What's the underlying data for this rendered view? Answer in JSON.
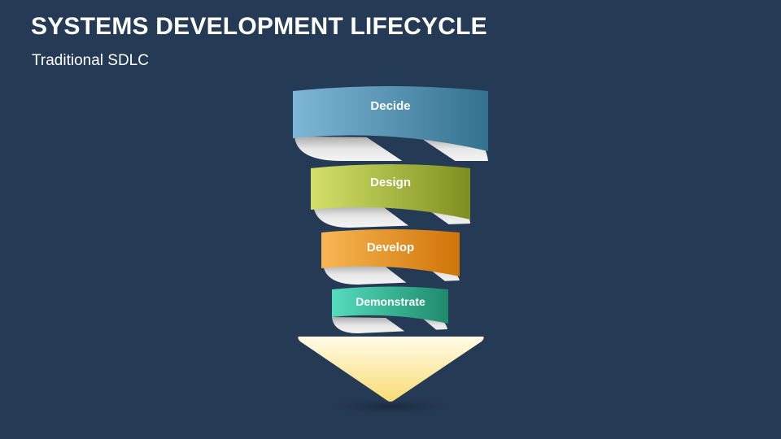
{
  "header": {
    "title": "SYSTEMS DEVELOPMENT LIFECYCLE",
    "subtitle": "Traditional SDLC"
  },
  "stages": [
    {
      "label": "Decide",
      "color_start": "#7fb6d6",
      "color_end": "#33728f"
    },
    {
      "label": "Design",
      "color_start": "#d3e06a",
      "color_end": "#7f8f1f"
    },
    {
      "label": "Develop",
      "color_start": "#f8b653",
      "color_end": "#cf7408"
    },
    {
      "label": "Demonstrate",
      "color_start": "#55dcbd",
      "color_end": "#1f8a6c"
    }
  ],
  "arrow": {
    "color_top": "#fffbe8",
    "color_bottom": "#f8dc73"
  },
  "colors": {
    "background": "#253a54",
    "ribbon_inner": "#e2e2e2"
  }
}
